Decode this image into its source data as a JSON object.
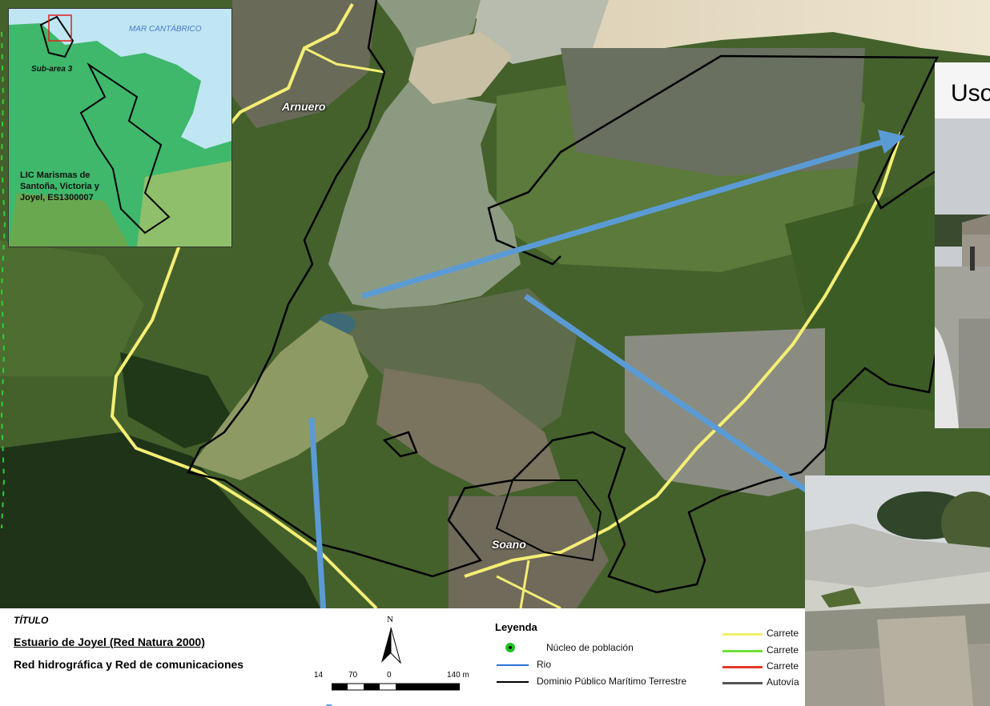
{
  "map": {
    "labels": {
      "arnuero": "Arnuero",
      "soano": "Soano"
    }
  },
  "inset": {
    "sea_label": "MAR CANTÁBRICO",
    "subarea_label": "Sub-area 3",
    "lic_label_line1": "LIC Marismas de",
    "lic_label_line2": "Santoña, Victoria y",
    "lic_label_line3": "Joyel, ES1300007"
  },
  "title_block": {
    "heading": "TÍTULO",
    "title": "Estuario de Joyel (Red Natura 2000)",
    "subtitle": "Red hidrográfica y Red de comunicaciones"
  },
  "scale": {
    "north": "N",
    "tick_left": "14",
    "tick_70": "70",
    "tick_0": "0",
    "tick_140": "140 m"
  },
  "legend": {
    "title": "Leyenda",
    "items": [
      {
        "label": "Núcleo de población",
        "color": "#22c322"
      },
      {
        "label": "Rio",
        "color": "#2b6fd6"
      },
      {
        "label": "Dominio Público Marítimo Terrestre",
        "color": "#000000"
      }
    ],
    "roads": [
      {
        "label": "Carrete",
        "color": "#f3ef6a"
      },
      {
        "label": "Carrete",
        "color": "#6ee038"
      },
      {
        "label": "Carrete",
        "color": "#e23b2b"
      },
      {
        "label": "Autovía",
        "color": "#555555"
      }
    ]
  },
  "photos": {
    "top_title": "Uso"
  },
  "colors": {
    "arrow": "#5b9bd5",
    "road": "#f4ee74",
    "boundary": "#000000"
  }
}
